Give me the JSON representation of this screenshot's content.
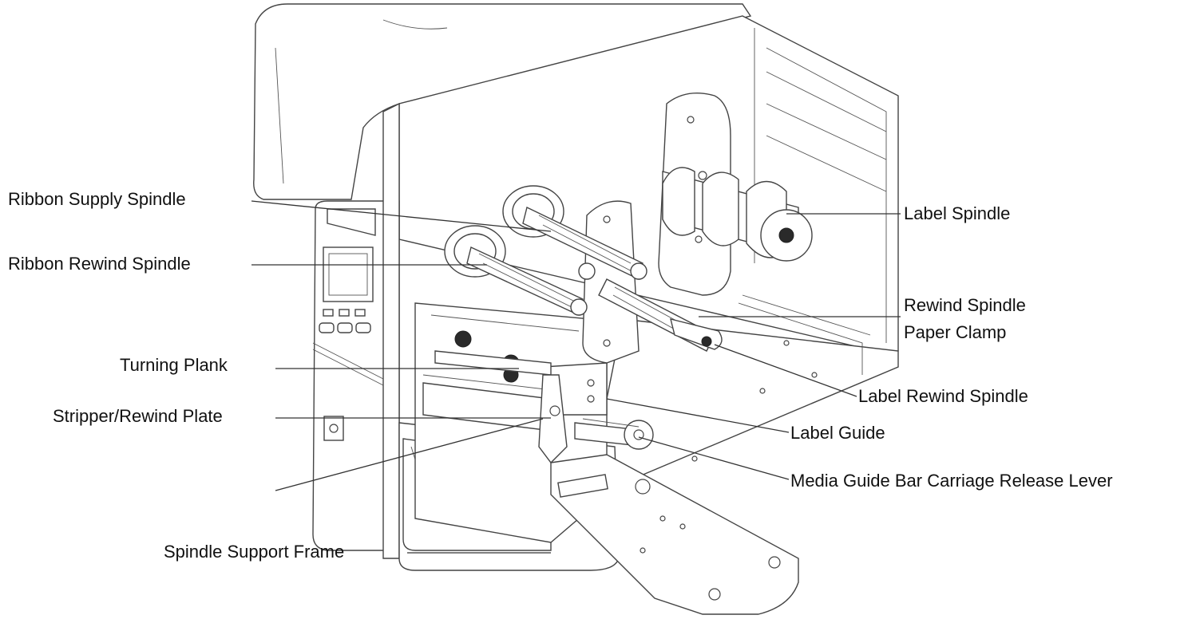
{
  "labels": {
    "ribbon_supply_spindle": "Ribbon Supply Spindle",
    "ribbon_rewind_spindle": "Ribbon Rewind Spindle",
    "turning_plank": "Turning Plank",
    "stripper_rewind_plate": "Stripper/Rewind Plate",
    "spindle_support_frame": "Spindle Support Frame",
    "label_spindle": "Label Spindle",
    "rewind_spindle_paper_clamp_line1": "Rewind Spindle",
    "rewind_spindle_paper_clamp_line2": "Paper Clamp",
    "label_rewind_spindle": "Label Rewind Spindle",
    "label_guide": "Label Guide",
    "media_guide_bar_carriage_release_lever": "Media Guide Bar Carriage Release Lever"
  },
  "colors": {
    "line": "#333333",
    "text": "#111111",
    "background": "#ffffff"
  }
}
